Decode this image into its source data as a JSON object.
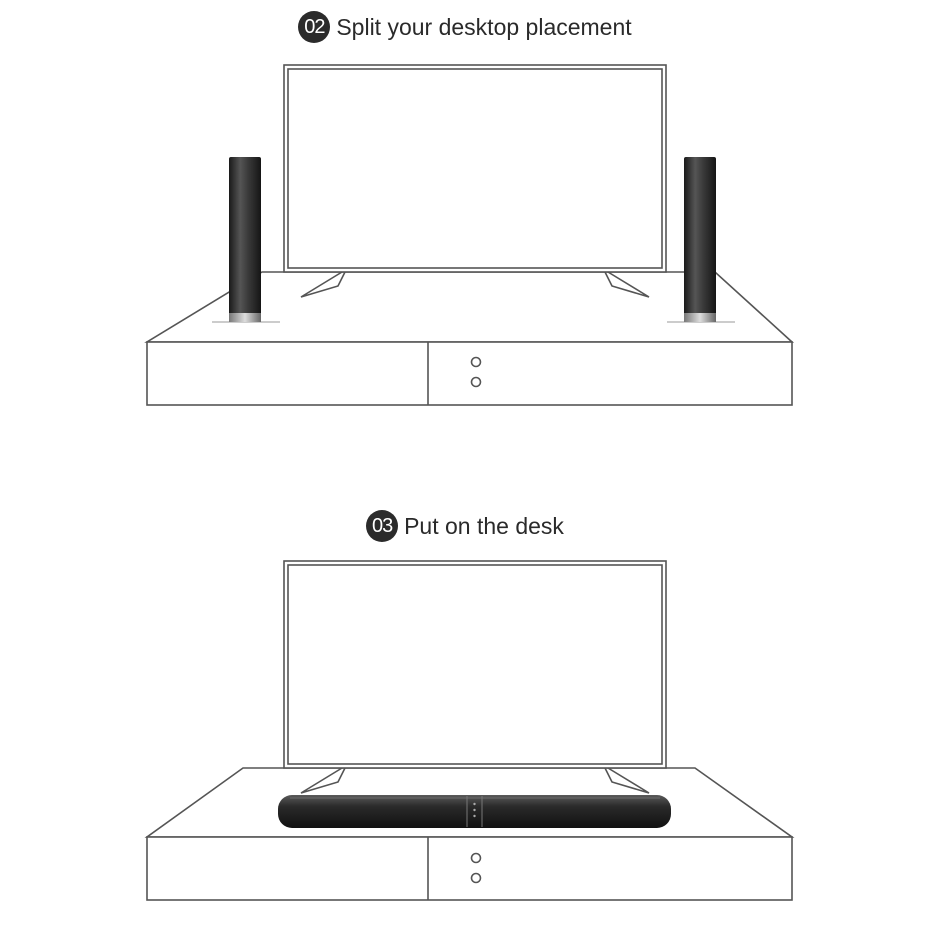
{
  "steps": [
    {
      "number": "02",
      "title": "Split your desktop placement"
    },
    {
      "number": "03",
      "title": "Put on the desk"
    }
  ],
  "colors": {
    "line": "#555555",
    "badge": "#2b2b2b",
    "speaker_dark": "#1e1e1e",
    "speaker_mid": "#4a4a4a"
  }
}
